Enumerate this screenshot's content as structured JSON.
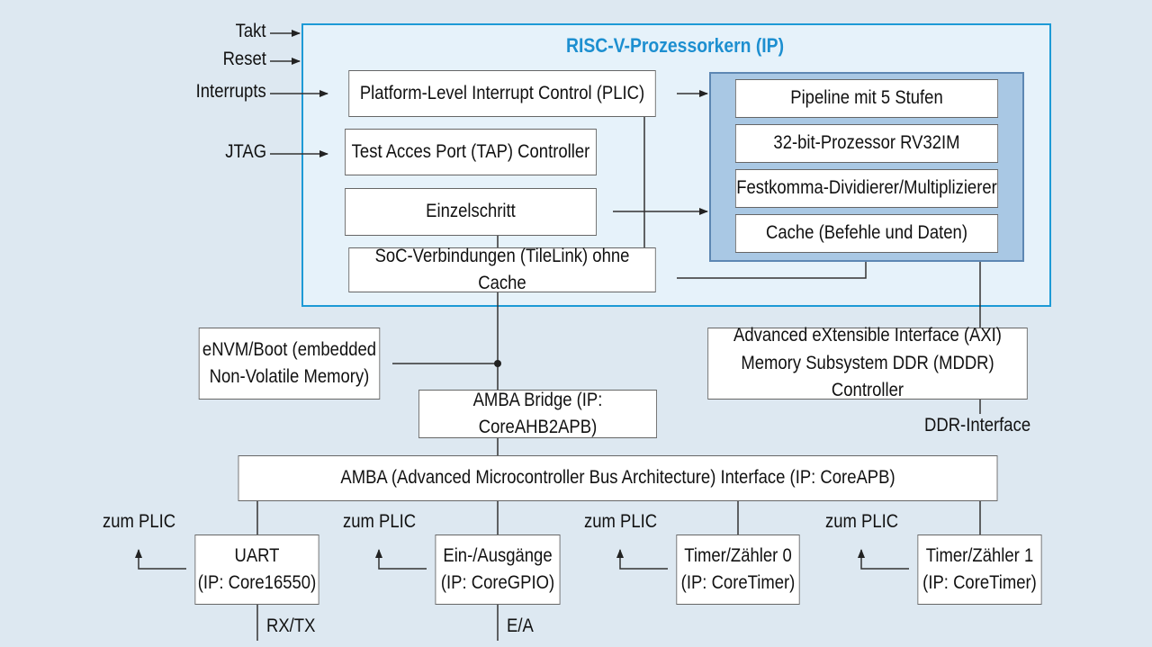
{
  "core": {
    "title": "RISC-V-Prozessorkern (IP)",
    "plic": "Platform-Level Interrupt Control (PLIC)",
    "tap": "Test Acces Port (TAP) Controller",
    "single_step": "Einzelschritt",
    "soc": "SoC-Verbindungen (TileLink) ohne Cache",
    "pipeline": [
      "Pipeline mit 5 Stufen",
      "32-bit-Prozessor RV32IM",
      "Festkomma-Dividierer/Multiplizierer",
      "Cache (Befehle und Daten)"
    ]
  },
  "inputs": {
    "clock": "Takt",
    "reset": "Reset",
    "interrupts": "Interrupts",
    "jtag": "JTAG"
  },
  "envm": {
    "line1": "eNVM/Boot (embedded",
    "line2": "Non-Volatile Memory)"
  },
  "axi": {
    "line1": "Advanced eXtensible Interface (AXI)",
    "line2": "Memory Subsystem DDR (MDDR) Controller",
    "ddr_label": "DDR-Interface"
  },
  "amba_bridge": "AMBA Bridge (IP: CoreAHB2APB)",
  "amba_bus": "AMBA (Advanced Microcontroller Bus Architecture) Interface (IP: CoreAPB)",
  "peripherals": {
    "to_plic": "zum PLIC",
    "uart": {
      "line1": "UART",
      "line2": "(IP: Core16550)",
      "io": "RX/TX"
    },
    "gpio": {
      "line1": "Ein-/Ausgänge",
      "line2": "(IP: CoreGPIO)",
      "io": "E/A"
    },
    "timer0": {
      "line1": "Timer/Zähler 0",
      "line2": "(IP: CoreTimer)"
    },
    "timer1": {
      "line1": "Timer/Zähler 1",
      "line2": "(IP: CoreTimer)"
    }
  },
  "colors": {
    "background": "#dde8f1",
    "core_border": "#1d9ad6",
    "title": "#1d8fd0",
    "pipeline_group": "#a9c8e4"
  }
}
